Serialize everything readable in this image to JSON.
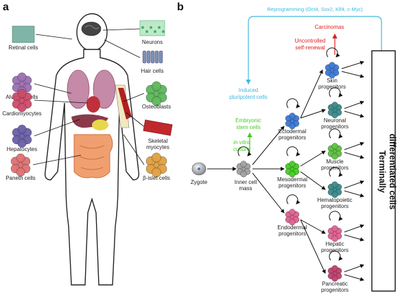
{
  "panel_a": {
    "label": "a",
    "left_cells": [
      {
        "name": "Retinal cells",
        "color": "#7fb5a8"
      },
      {
        "name": "Alveolar cells",
        "color": "#9b6fb3"
      },
      {
        "name": "Cardiomyocytes",
        "color": "#d04a6a"
      },
      {
        "name": "Hepatocytes",
        "color": "#6a5fa8"
      },
      {
        "name": "Paneth cells",
        "color": "#e07070"
      }
    ],
    "right_cells": [
      {
        "name": "Neurons",
        "color": "#4caf70"
      },
      {
        "name": "Hair cells",
        "color": "#7c8fb8"
      },
      {
        "name": "Osteoblasts",
        "color": "#5cb85c"
      },
      {
        "name": "Skeletal\nmyocytes",
        "color": "#c0282c"
      },
      {
        "name": "β-islet cells",
        "color": "#e0a040"
      }
    ]
  },
  "panel_b": {
    "label": "b",
    "reprogramming": "Reprogramming (Oct4, Sox2, Klf4, c-Myc)",
    "ipsc": [
      "Induced",
      "pluripotent cells"
    ],
    "carcinomas": "Carcinomas",
    "uncontrolled": [
      "Uncontrolled",
      "self-renewal"
    ],
    "esc": [
      "Embryonic",
      "stem cells"
    ],
    "invitro": [
      "in vitro",
      "culture"
    ],
    "zygote": "Zygote",
    "icm": [
      "Inner cell",
      "mass"
    ],
    "ecto": [
      "Ectodermal",
      "progenitors"
    ],
    "meso": [
      "Mesodermal",
      "progenitors"
    ],
    "endo": [
      "Endodermal",
      "progenitors"
    ],
    "skin": [
      "Skin",
      "progenitors"
    ],
    "neuronal": [
      "Neuronal",
      "progenitors"
    ],
    "muscle": [
      "Muscle",
      "progenitors"
    ],
    "hemato": [
      "Hematopoietic",
      "progenitors"
    ],
    "hepatic": [
      "Hepatic",
      "progenitors"
    ],
    "pancreatic": [
      "Pancreatic",
      "progenitors"
    ],
    "terminal": [
      "Terminally",
      "differentiated cells"
    ],
    "colors": {
      "reprog": "#3fb8e0",
      "red": "#e02020",
      "green": "#44cc22",
      "blue": "#3a78d8",
      "teal": "#3a8a8a",
      "lgreen": "#5cc040",
      "pink": "#e06090",
      "gray": "#a0a0a0"
    }
  }
}
